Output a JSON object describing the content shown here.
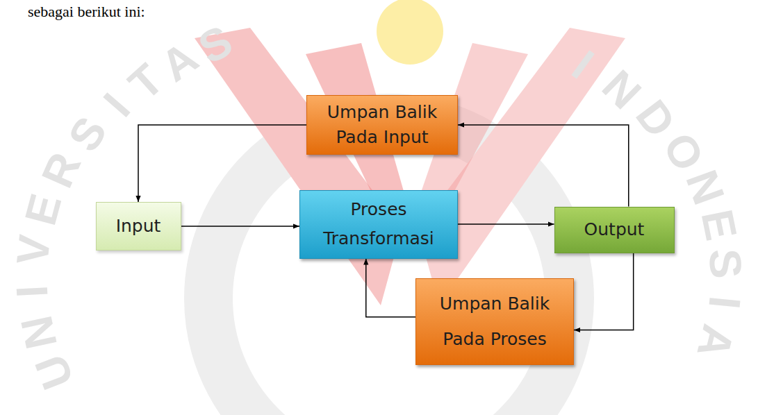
{
  "diagram": {
    "nodes": [
      {
        "text": [
          "Umpan Balik Pada Input"
        ]
      },
      {
        "text": [
          "Input"
        ]
      },
      {
        "text": [
          "Proses Transformasi"
        ]
      },
      {
        "text": [
          "Output"
        ]
      },
      {
        "text": [
          "Umpan Balik Pada Proses"
        ]
      }
    ],
    "edges": [
      {
        "from": 1,
        "to": 2,
        "arrow": "to"
      },
      {
        "from": 2,
        "to": 3,
        "arrow": "to"
      },
      {
        "from": 3,
        "to": 0,
        "arrow": "to"
      },
      {
        "from": 0,
        "to": 1,
        "arrow": "to"
      },
      {
        "from": 3,
        "to": 4,
        "arrow": "to"
      },
      {
        "from": 4,
        "to": 2,
        "arrow": "to"
      }
    ],
    "labels": [
      "sebagai berikut ini:",
      "UNIVERSITAS",
      "INDONESIA"
    ]
  }
}
